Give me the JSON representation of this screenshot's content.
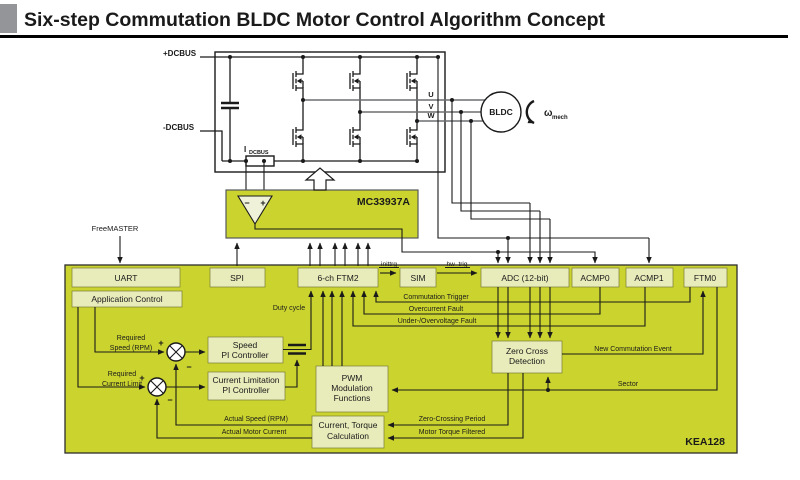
{
  "title": "Six-step Commutation BLDC Motor Control Algorithm Concept",
  "colors": {
    "block_green": "#cbd42e",
    "block_inner": "#e8ebba",
    "opamp_fill": "#eff2d8",
    "gray_square": "#939598",
    "wire_gray": "#6d6e71"
  },
  "power_stage": {
    "dcbus_plus": "+DCBUS",
    "dcbus_minus": "-DCBUS",
    "shunt_label": "I",
    "shunt_label_sub": "DCBUS",
    "phase_u": "U",
    "phase_v": "V",
    "phase_w": "W"
  },
  "motor": {
    "label": "BLDC",
    "speed_symbol": "ω",
    "speed_symbol_sub": "mech"
  },
  "gate_driver": {
    "label": "MC33937A",
    "opamp_minus": "−",
    "opamp_plus": "+"
  },
  "host": {
    "freemaster": "FreeMASTER"
  },
  "mcu": {
    "label": "KEA128",
    "peripherals": {
      "uart": "UART",
      "spi": "SPI",
      "ftm2": "6-ch FTM2",
      "sim": "SIM",
      "adc": "ADC (12-bit)",
      "acmp0": "ACMP0",
      "acmp1": "ACMP1",
      "ftm0": "FTM0"
    },
    "app_control": "Application Control",
    "speed_pi": [
      "Speed",
      "PI Controller"
    ],
    "current_pi": [
      "Current Limitation",
      "PI Controller"
    ],
    "pwm_mod": [
      "PWM",
      "Modulation",
      "Functions"
    ],
    "zero_cross": [
      "Zero Cross",
      "Detection"
    ],
    "current_torque": [
      "Current, Torque",
      "Calculation"
    ]
  },
  "signals": {
    "inittrg": "inittrg",
    "hw_trig": "hw_trig",
    "duty_cycle": "Duty cycle",
    "commutation_trigger": "Commutation Trigger",
    "overcurrent_fault": "Overcurrent Fault",
    "undervoltage_fault": "Under-/Overvoltage Fault",
    "new_commutation_event": "New Commutation Event",
    "sector": "Sector",
    "zero_crossing_period": "Zero-Crossing Period",
    "motor_torque_filtered": "Motor Torque Filtered",
    "required_speed": [
      "Required",
      "Speed (RPM)"
    ],
    "required_current": [
      "Required",
      "Current Limit"
    ],
    "actual_speed": "Actual Speed (RPM)",
    "actual_motor_current": "Actual Motor Current",
    "plus": "+",
    "minus": "−"
  }
}
